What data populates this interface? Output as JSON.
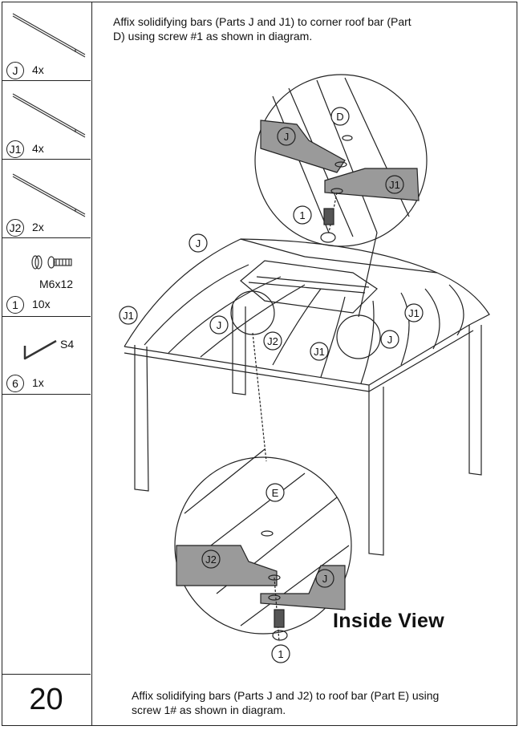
{
  "parts": [
    {
      "id": "J",
      "qty": "4x",
      "icon": "bar-icon"
    },
    {
      "id": "J1",
      "qty": "4x",
      "icon": "bar-icon"
    },
    {
      "id": "J2",
      "qty": "2x",
      "icon": "bar-icon"
    },
    {
      "id": "1",
      "qty": "10x",
      "spec": "M6x12",
      "icon": "screw-washer-icon"
    },
    {
      "id": "6",
      "qty": "1x",
      "spec": "S4",
      "icon": "allen-key-icon"
    }
  ],
  "page_number": "20",
  "instructions": {
    "top": "Affix solidifying bars (Parts J and J1) to corner roof bar (Part D) using screw #1 as shown in diagram.",
    "bottom": "Affix solidifying bars (Parts J and J2) to roof bar (Part E) using screw 1# as shown in diagram."
  },
  "labels": {
    "top_detail": {
      "d": "D",
      "j": "J",
      "j1": "J1",
      "screw": "1"
    },
    "gazebo": {
      "j_a": "J",
      "j1_a": "J1",
      "j_b": "J",
      "j2": "J2",
      "j1_b": "J1",
      "j_c": "J",
      "j1_c": "J1"
    },
    "bottom_detail": {
      "e": "E",
      "j2": "J2",
      "j": "J",
      "screw": "1"
    },
    "inside_view": "Inside View"
  }
}
